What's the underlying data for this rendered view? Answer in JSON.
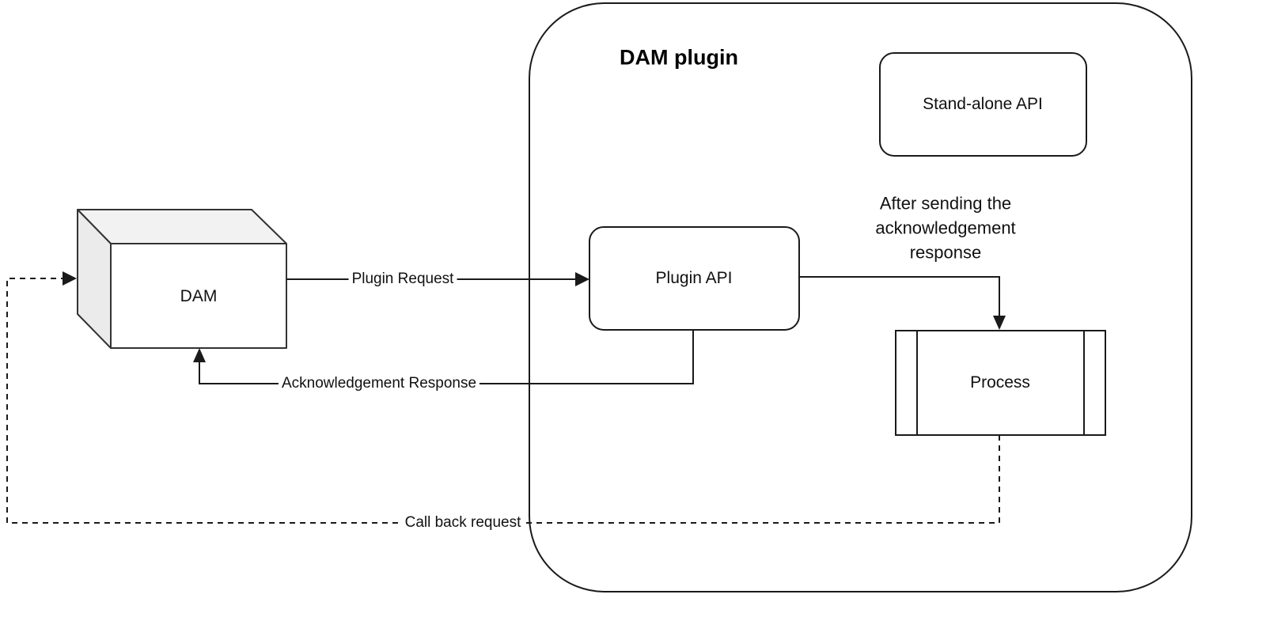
{
  "diagram": {
    "container": {
      "title": "DAM plugin"
    },
    "nodes": {
      "dam": {
        "label": "DAM",
        "shape": "cube"
      },
      "plugin_api": {
        "label": "Plugin API",
        "shape": "rounded-rectangle"
      },
      "standalone_api": {
        "label": "Stand-alone API",
        "shape": "rounded-rectangle"
      },
      "process": {
        "label": "Process",
        "shape": "predefined-process"
      }
    },
    "edges": {
      "plugin_request": {
        "label": "Plugin Request",
        "from": "DAM",
        "to": "Plugin API",
        "style": "solid"
      },
      "acknowledgement_response": {
        "label": "Acknowledgement Response",
        "from": "Plugin API",
        "to": "DAM",
        "style": "solid"
      },
      "plugin_api_to_process": {
        "label": "",
        "from": "Plugin API",
        "to": "Process",
        "style": "solid"
      },
      "callback_request": {
        "label": "Call back request",
        "from": "Process",
        "to": "DAM",
        "style": "dashed"
      }
    },
    "annotation": {
      "lines": [
        "After sending the",
        "acknowledgement",
        "response"
      ]
    },
    "colors": {
      "stroke": "#1a1a1a",
      "cube_top": "#f2f2f2",
      "cube_side": "#ebebeb",
      "fill": "#ffffff",
      "background": "#ffffff"
    }
  }
}
